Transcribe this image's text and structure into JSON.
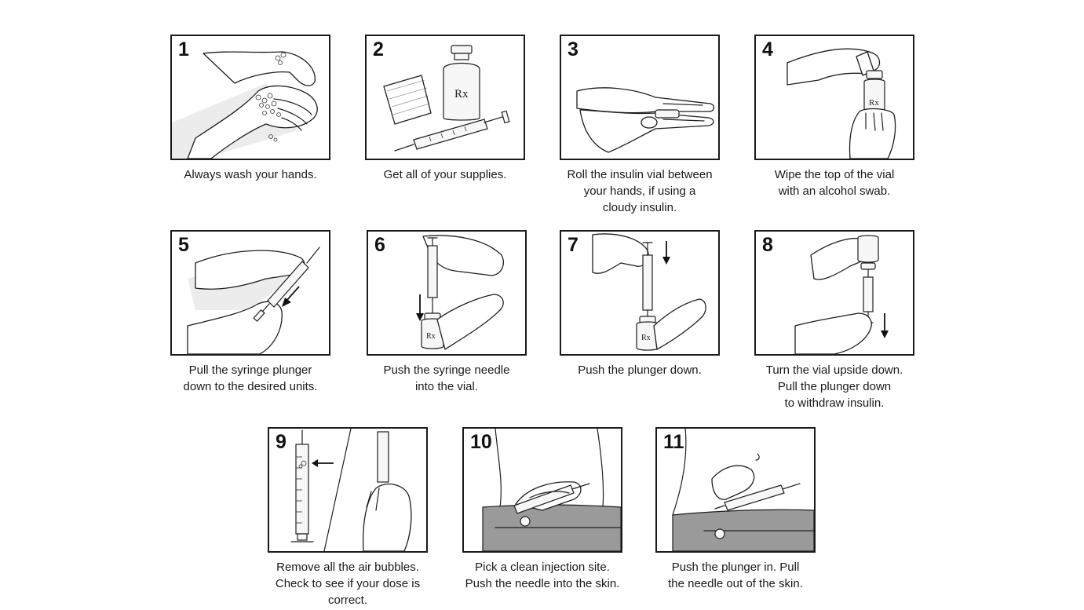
{
  "steps": [
    {
      "number": "1",
      "caption": [
        "Always wash your hands."
      ],
      "icon": "hand-washing-icon"
    },
    {
      "number": "2",
      "caption": [
        "Get all of your supplies."
      ],
      "icon": "supplies-icon"
    },
    {
      "number": "3",
      "caption": [
        "Roll the insulin vial between",
        "your hands, if using a",
        "cloudy insulin."
      ],
      "icon": "rolling-vial-icon"
    },
    {
      "number": "4",
      "caption": [
        "Wipe the top of the vial",
        "with an alcohol swab."
      ],
      "icon": "wipe-vial-icon"
    },
    {
      "number": "5",
      "caption": [
        "Pull the syringe plunger",
        "down to the desired units."
      ],
      "icon": "pull-plunger-icon"
    },
    {
      "number": "6",
      "caption": [
        "Push the syringe needle",
        "into the vial."
      ],
      "icon": "needle-into-vial-icon"
    },
    {
      "number": "7",
      "caption": [
        "Push the plunger down."
      ],
      "icon": "push-plunger-icon"
    },
    {
      "number": "8",
      "caption": [
        "Turn the vial upside down.",
        "Pull the plunger down",
        "to withdraw insulin."
      ],
      "icon": "withdraw-insulin-icon"
    },
    {
      "number": "9",
      "caption": [
        "Remove all the air bubbles.",
        "Check to see if your dose is",
        "correct."
      ],
      "icon": "air-bubbles-icon"
    },
    {
      "number": "10",
      "caption": [
        "Pick a clean injection site.",
        "Push the needle into the skin."
      ],
      "icon": "injection-site-icon"
    },
    {
      "number": "11",
      "caption": [
        "Push the plunger in. Pull",
        "the needle out of the skin."
      ],
      "icon": "inject-icon"
    }
  ],
  "vial_label": "Rx"
}
